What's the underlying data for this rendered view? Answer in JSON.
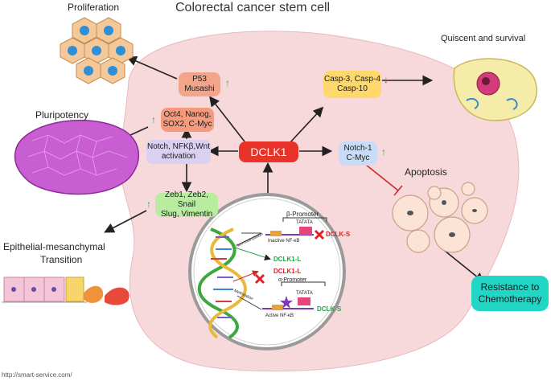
{
  "title": "Colorectal cancer stem cell",
  "outer_labels": {
    "proliferation": "Proliferation",
    "pluripotency": "Pluripotency",
    "emt_line1": "Epithelial-mesanchymal",
    "emt_line2": "Transition",
    "quiescent": "Quiscent and survival",
    "apoptosis": "Apoptosis",
    "resistance_line1": "Resistance to",
    "resistance_line2": "Chemotherapy"
  },
  "boxes": {
    "dclk1": "DCLK1",
    "p53_line1": "P53",
    "p53_line2": "Musashi",
    "oct4_line1": "Oct4, Nanog,",
    "oct4_line2": "SOX2, C-Myc",
    "notch_line1": "Notch, NFKβ,Wnt",
    "notch_line2": "activation",
    "zeb_line1": "Zeb1, Zeb2, Snail",
    "zeb_line2": "Slug, Vimentin",
    "casp_line1": "Casp-3, Casp-4",
    "casp_line2": "Casp-10",
    "notch1_line1": "Notch-1",
    "notch1_line2": "C-Myc"
  },
  "nucleus": {
    "beta_promoter": "β-Promoter",
    "tatata_top": "TATATA",
    "non_methylation": "Non-methylation",
    "inactive_nfkb": "Inactive NF-κB",
    "dclk_s_top": "DCLK-S",
    "dclk1_l_green": "DCLK1-L",
    "dclk1_l_red": "DCLK1-L",
    "alpha_promoter": "α-Promoter",
    "tatata_bottom": "TATATA",
    "methylation": "Methylation",
    "active_nfkb": "Active NF-κB",
    "dclk_s_bottom": "DCLK-S"
  },
  "source": "http://smart-service.com/",
  "colors": {
    "cell_bg": "#f7d9dc",
    "dclk1_box": "#e8332a",
    "p53_box": "#f3a58a",
    "oct4_box": "#f69a7e",
    "notch_box": "#d9d0f2",
    "zeb_box": "#b8ec9f",
    "casp_box": "#ffd86b",
    "notch1_box": "#c9dcf7",
    "resistance_box": "#22d6c6",
    "up_arrow": "#3aa63a",
    "down_arrow": "#d23a5a"
  }
}
